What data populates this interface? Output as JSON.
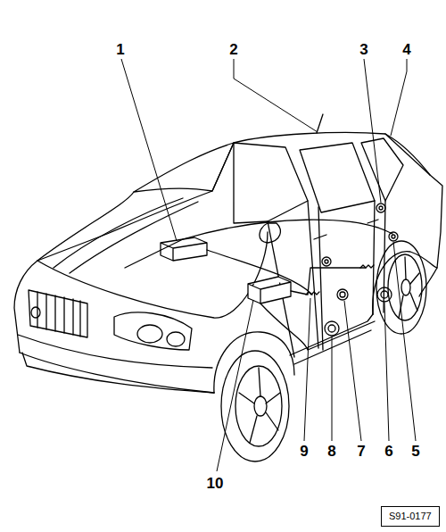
{
  "diagram": {
    "nodes": [
      {
        "text": [
          "S91-0177"
        ]
      }
    ],
    "labels": [
      "1",
      "2",
      "3",
      "4",
      "5",
      "6",
      "7",
      "8",
      "9",
      "10"
    ]
  }
}
